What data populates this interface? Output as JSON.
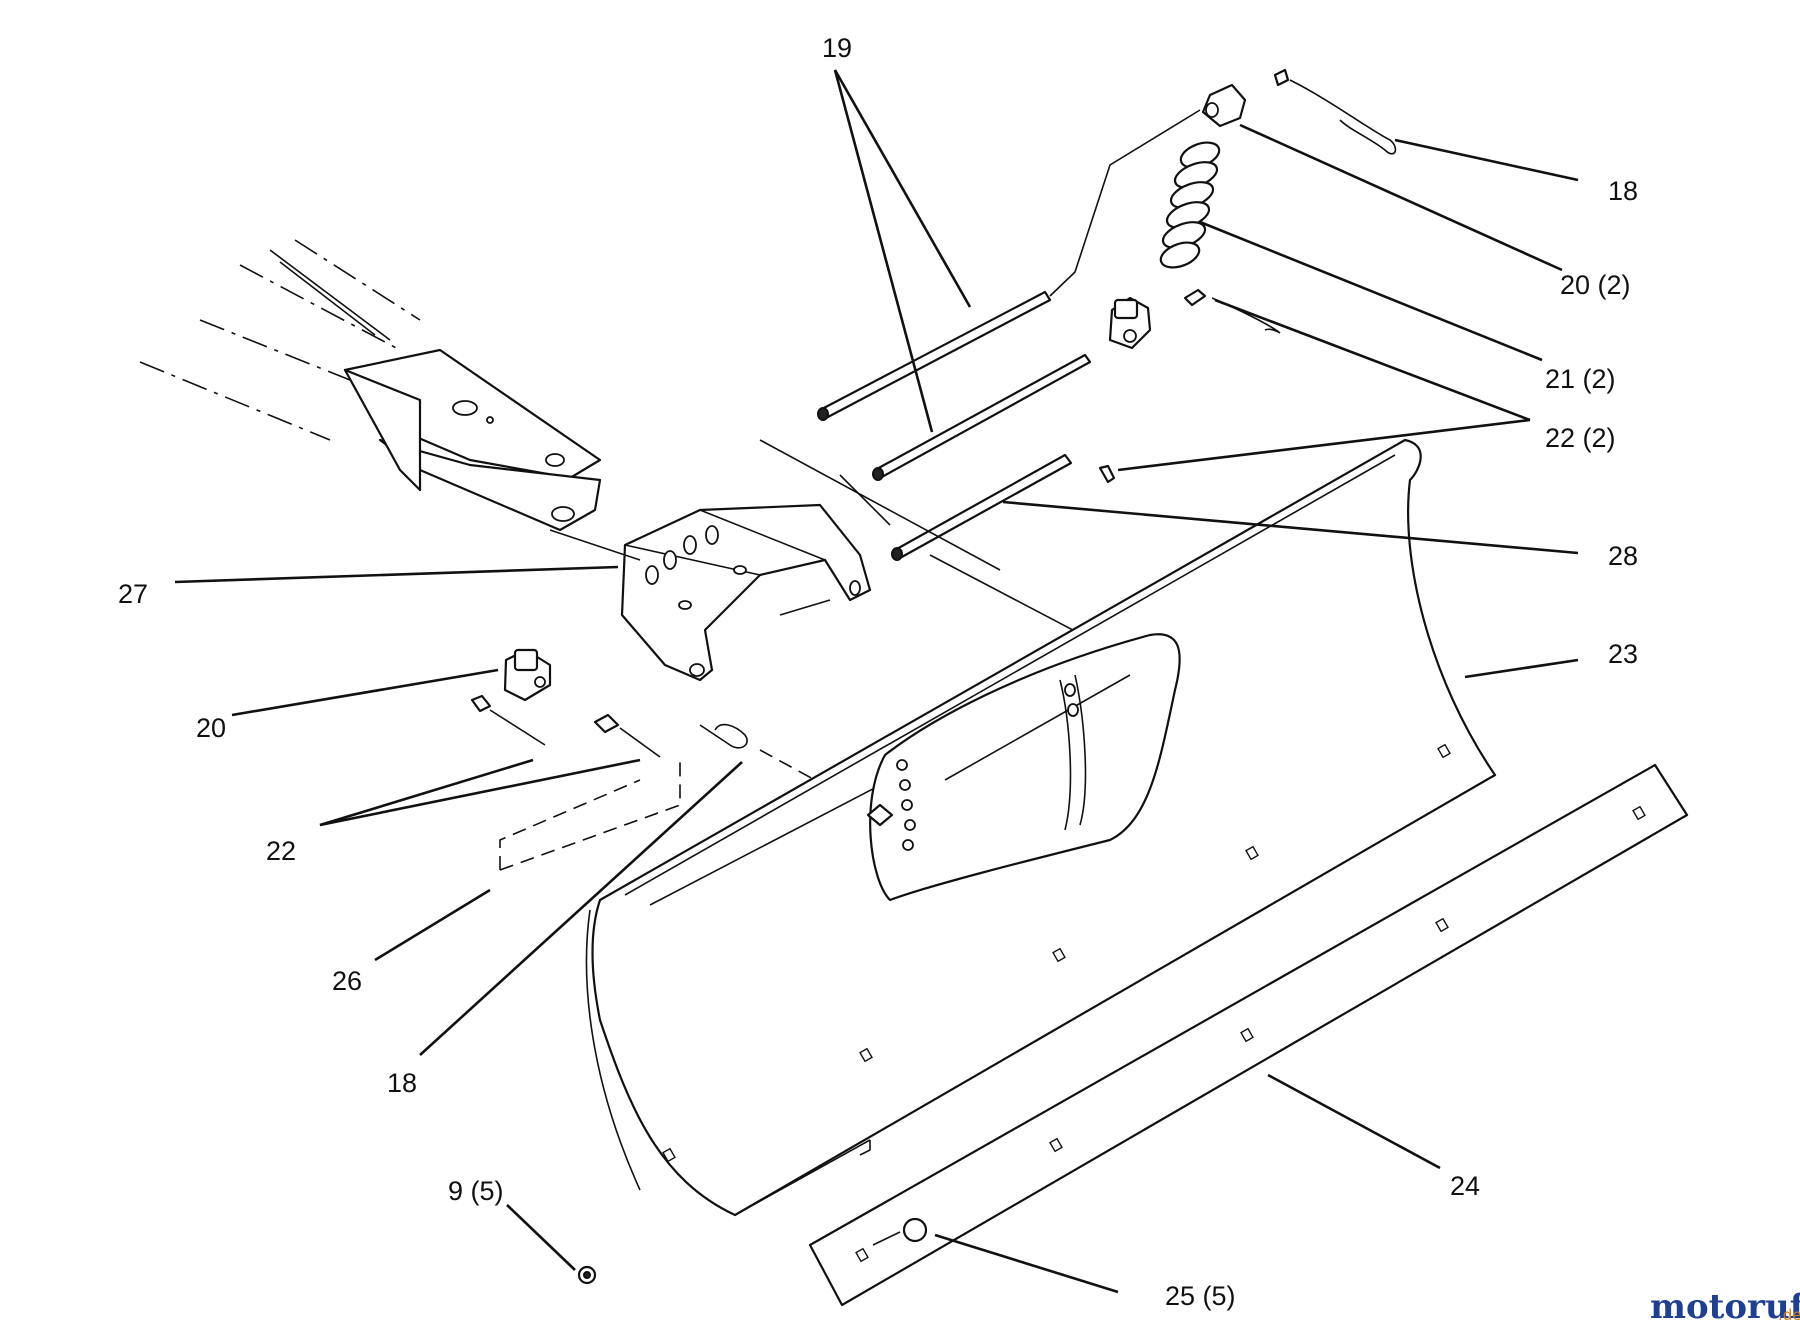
{
  "labels": {
    "l19": "19",
    "l18a": "18",
    "l20x2": "20 (2)",
    "l21x2": "21 (2)",
    "l22x2": "22 (2)",
    "l28": "28",
    "l27": "27",
    "l23": "23",
    "l20": "20",
    "l22": "22",
    "l26": "26",
    "l18b": "18",
    "l24": "24",
    "l9x5": "9 (5)",
    "l25x5": "25 (5)"
  },
  "watermark": {
    "text": "motoruf",
    "suffix": ".de",
    "color_primary": "#1f3f8f",
    "color_accent": "#d07a1a"
  }
}
